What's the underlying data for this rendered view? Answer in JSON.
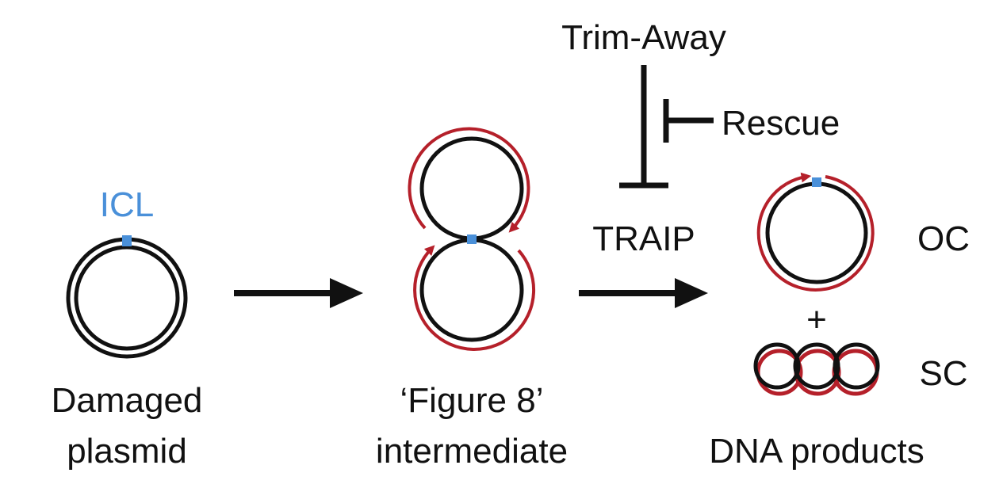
{
  "colors": {
    "ink": "#111111",
    "strand_red": "#b5202a",
    "lesion_blue": "#4a90d9"
  },
  "labels": {
    "icl": "ICL",
    "damaged_plasmid_line1": "Damaged",
    "damaged_plasmid_line2": "plasmid",
    "figure8_line1": "‘Figure 8’",
    "figure8_line2": "intermediate",
    "trim_away": "Trim-Away",
    "rescue": "Rescue",
    "traip": "TRAIP",
    "oc": "OC",
    "plus": "+",
    "sc": "SC",
    "dna_products": "DNA products"
  }
}
